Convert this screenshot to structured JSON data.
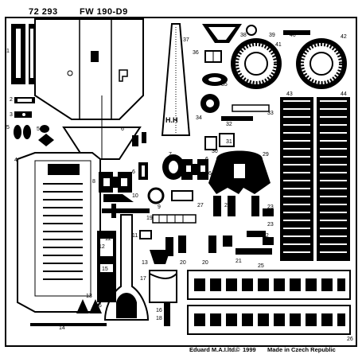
{
  "header": {
    "catalog_number": "72 293",
    "model": "FW 190-D9"
  },
  "footer": {
    "maker": "Eduard M.A.I.ltd.",
    "copyright_symbol": "©",
    "year": "1999",
    "origin": "Made in Czech Republic"
  },
  "emblem": {
    "lettering": "H.H"
  },
  "part_numbers": [
    "1",
    "2",
    "3",
    "4",
    "5",
    "5",
    "6",
    "6",
    "6",
    "6",
    "7",
    "8",
    "9",
    "10",
    "11",
    "12",
    "12",
    "13",
    "13",
    "14",
    "15",
    "16",
    "16",
    "17",
    "18",
    "19",
    "20",
    "20",
    "21",
    "22",
    "23",
    "23",
    "24",
    "25",
    "26",
    "27",
    "28",
    "29",
    "30",
    "31",
    "32",
    "33",
    "34",
    "35",
    "36",
    "37",
    "38",
    "39",
    "40",
    "41",
    "42",
    "43",
    "44"
  ],
  "colors": {
    "etch": "#000000",
    "background": "#ffffff"
  }
}
